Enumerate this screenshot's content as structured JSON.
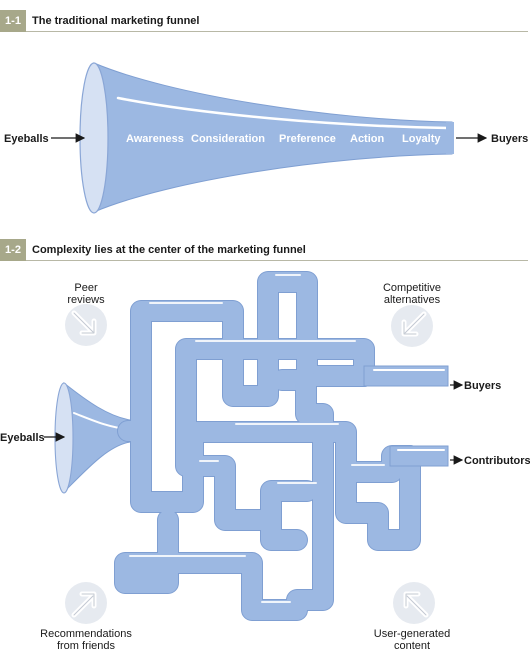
{
  "figure1": {
    "badge": "1-1",
    "title": "The traditional marketing funnel",
    "input_label": "Eyeballs",
    "output_label": "Buyers",
    "stages": [
      "Awareness",
      "Consideration",
      "Preference",
      "Action",
      "Loyalty"
    ]
  },
  "figure2": {
    "badge": "1-2",
    "title": "Complexity lies at the center of the marketing funnel",
    "input_label": "Eyeballs",
    "outputs": [
      "Buyers",
      "Contributors"
    ],
    "influences": {
      "peer": [
        "Peer",
        "reviews"
      ],
      "competitive": [
        "Competitive",
        "alternatives"
      ],
      "recommendations": [
        "Recommendations",
        "from friends"
      ],
      "ugc": [
        "User-generated",
        "content"
      ]
    }
  },
  "colors": {
    "tube": "#9cb8e2",
    "tube_dark": "#6f8fc8",
    "mouth": "#d6e1f3",
    "badge": "#a7a88a",
    "influence_circle": "#e6eaf0"
  }
}
